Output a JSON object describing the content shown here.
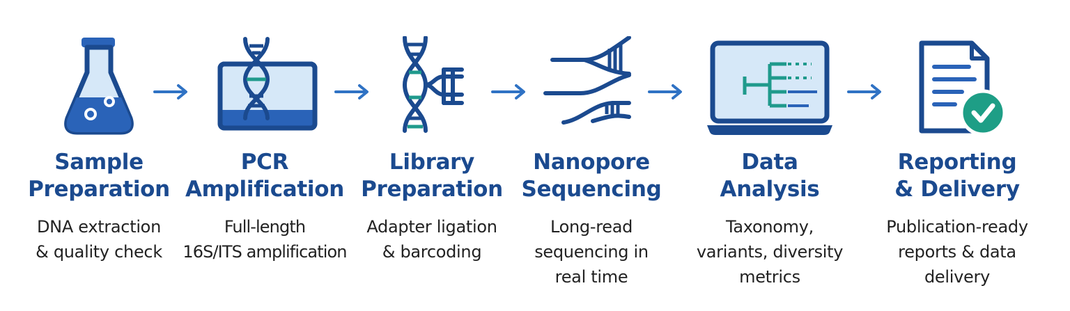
{
  "steps": [
    {
      "title_1": "Sample",
      "title_2": "Preparation",
      "desc_1": "DNA extraction",
      "desc_2": "& quality check",
      "desc_3": "",
      "icon": "flask-icon"
    },
    {
      "title_1": "PCR",
      "title_2": "Amplification",
      "desc_1": "Full-length",
      "desc_2": "16S/ITS amplification",
      "desc_3": "",
      "icon": "pcr-dna-icon"
    },
    {
      "title_1": "Library",
      "title_2": "Preparation",
      "desc_1": "Adapter ligation",
      "desc_2": "& barcoding",
      "desc_3": "",
      "icon": "dna-barcode-icon"
    },
    {
      "title_1": "Nanopore",
      "title_2": "Sequencing",
      "desc_1": "Long-read",
      "desc_2": "sequencing in",
      "desc_3": "real time",
      "icon": "nanopore-strand-icon"
    },
    {
      "title_1": "Data",
      "title_2": "Analysis",
      "desc_1": "Taxonomy,",
      "desc_2": "variants, diversity",
      "desc_3": "metrics",
      "icon": "laptop-tree-icon"
    },
    {
      "title_1": "Reporting",
      "title_2": "& Delivery",
      "desc_1": "Publication-ready",
      "desc_2": "reports & data",
      "desc_3": "delivery",
      "icon": "report-check-icon"
    }
  ],
  "colors": {
    "navy": "#1b4a8f",
    "blue": "#2a63b8",
    "light_blue": "#d6e8f8",
    "teal": "#1f9a8c",
    "green": "#1e9e86",
    "arrow": "#2f72c4"
  }
}
